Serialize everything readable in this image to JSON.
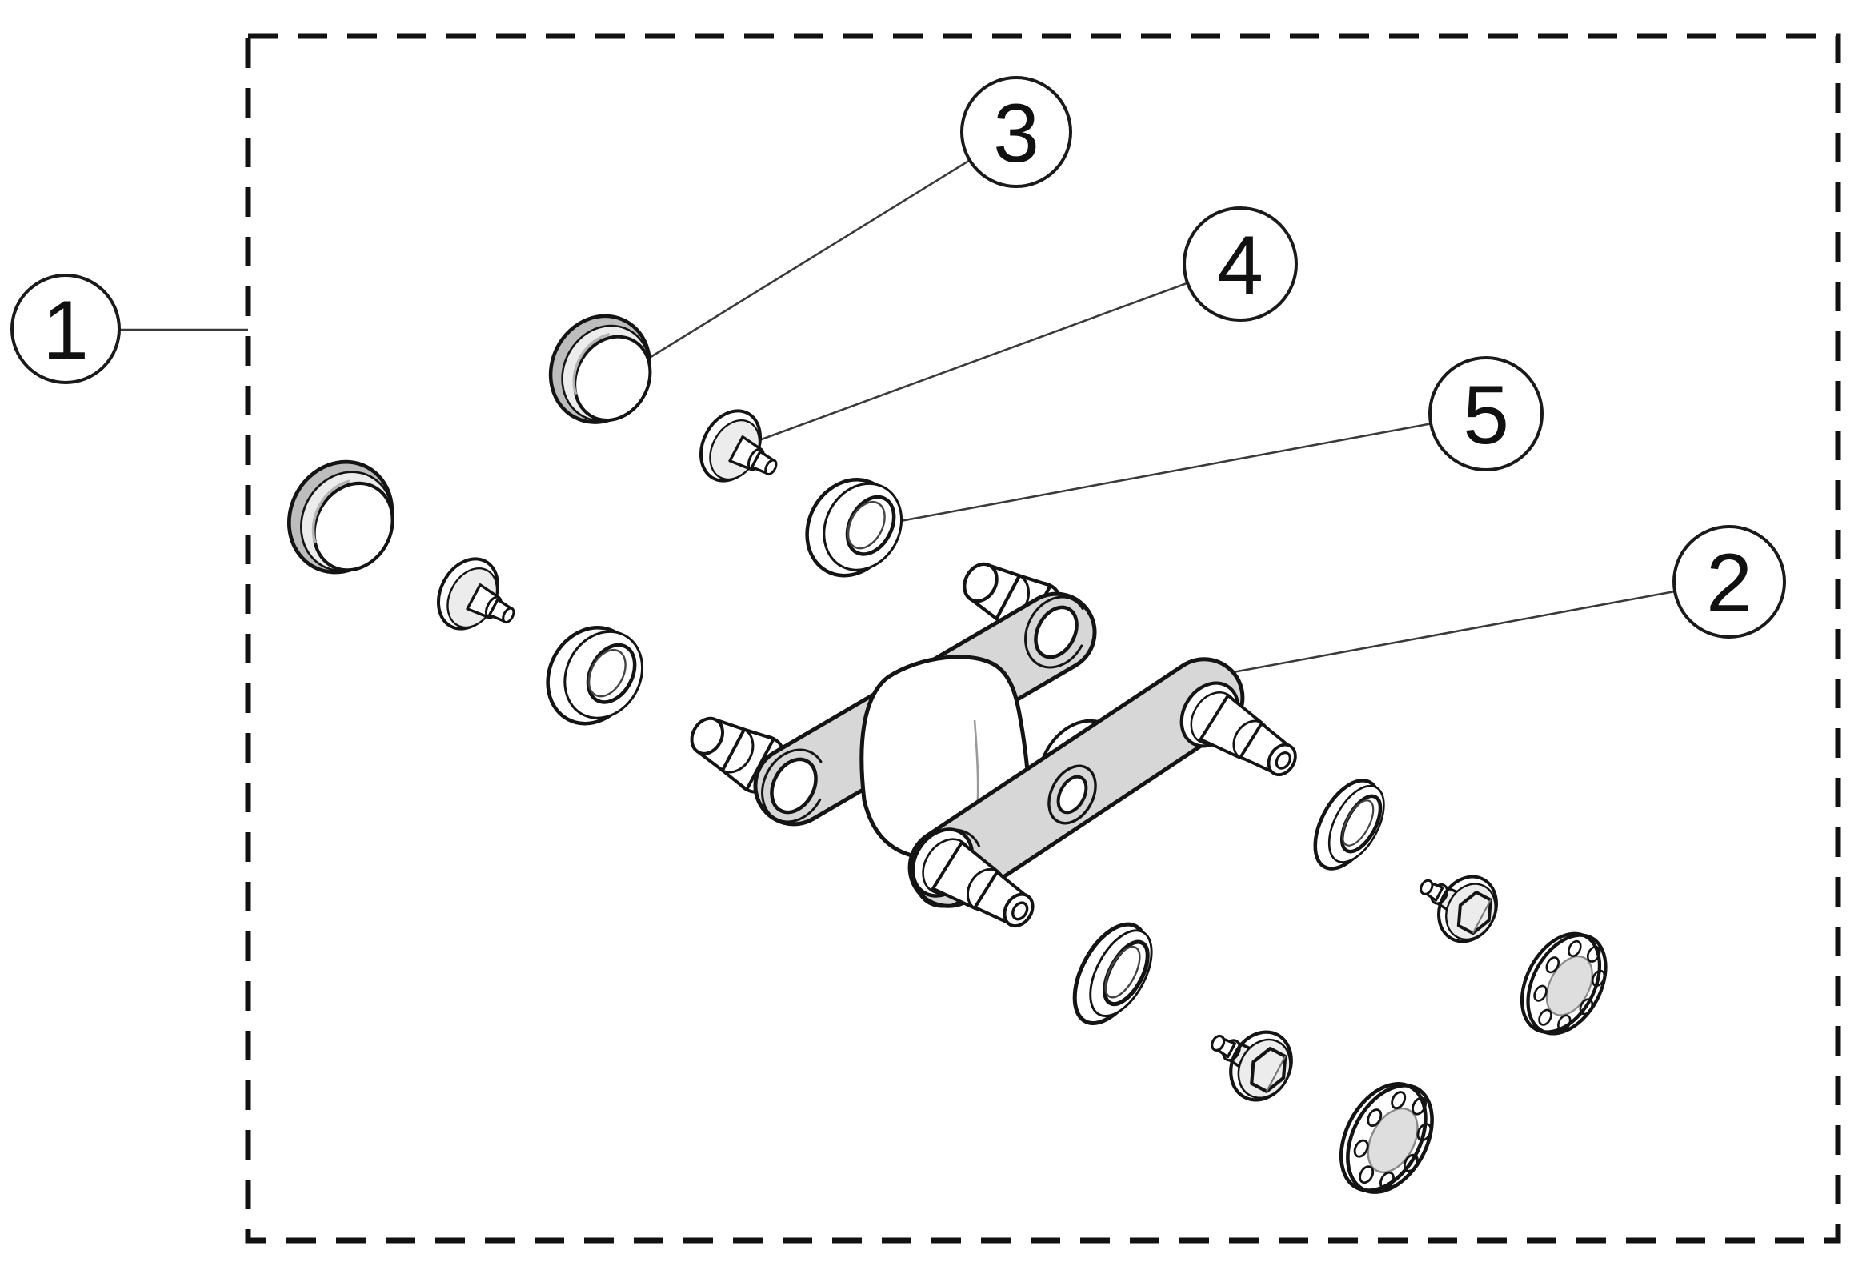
{
  "diagram": {
    "kind": "exploded-parts-diagram",
    "border_style": "dashed",
    "callouts": [
      {
        "id": 1,
        "label": "1"
      },
      {
        "id": 2,
        "label": "2"
      },
      {
        "id": 3,
        "label": "3"
      },
      {
        "id": 4,
        "label": "4"
      },
      {
        "id": 5,
        "label": "5"
      }
    ],
    "colors": {
      "outline": "#141414",
      "part_fill": "#ffffff",
      "shaded_fill": "#d7d7d7",
      "background": "#ffffff"
    }
  }
}
